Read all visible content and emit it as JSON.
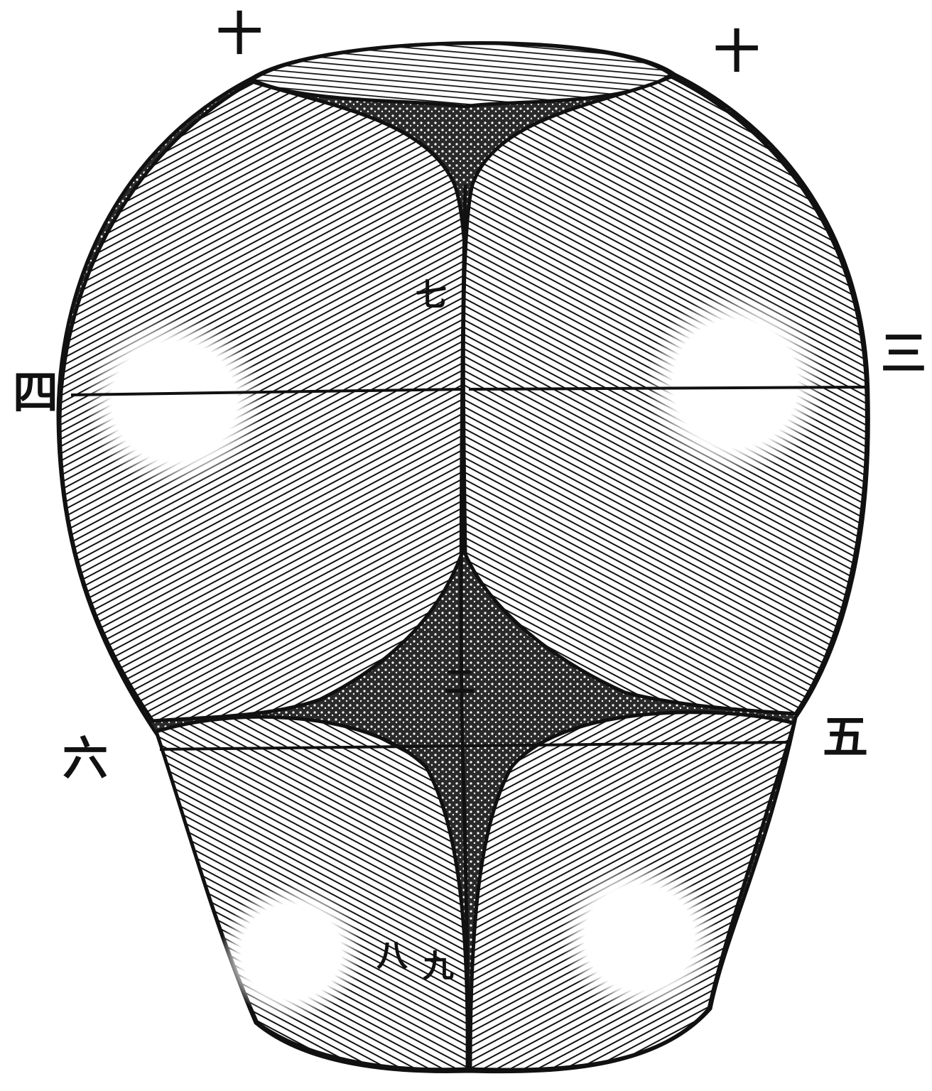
{
  "figure": {
    "labels": {
      "top_left": "十",
      "top_right": "十",
      "left": "四",
      "right": "三",
      "lower_left": "六",
      "lower_right": "五",
      "center": "二",
      "lower_center": "九",
      "upper_inner": "七",
      "left_inner": "八"
    }
  }
}
